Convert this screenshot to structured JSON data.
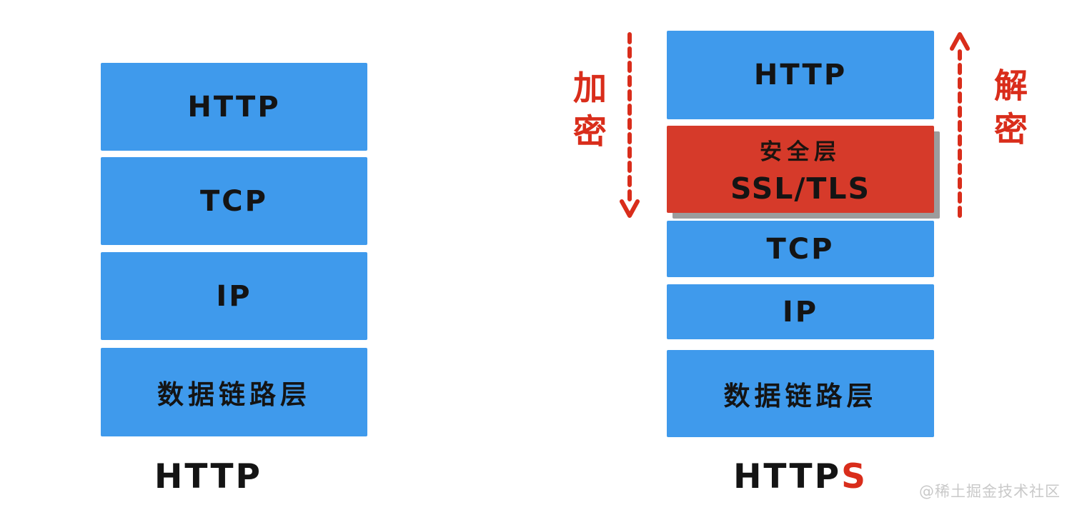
{
  "diagram": {
    "left_stack": {
      "layers": [
        {
          "label": "HTTP"
        },
        {
          "label": "TCP"
        },
        {
          "label": "IP"
        },
        {
          "label": "数据链路层"
        }
      ],
      "caption": "HTTP"
    },
    "right_stack": {
      "layers": [
        {
          "label": "HTTP"
        },
        {
          "label_line1": "安全层",
          "label_line2": "SSL/TLS"
        },
        {
          "label": "TCP"
        },
        {
          "label": "IP"
        },
        {
          "label": "数据链路层"
        }
      ],
      "caption_prefix": "HTTP",
      "caption_suffix": "S"
    },
    "annotations": {
      "encrypt_label": "加密",
      "decrypt_label": "解密"
    },
    "watermark": "@稀土掘金技术社区",
    "colors": {
      "layer_blue": "#3f9aec",
      "layer_red": "#d63a2a",
      "annotation_red": "#d92d1b",
      "caption_s_red": "#d92d1b",
      "text_black": "#141414",
      "watermark_gray": "#c9c9c9"
    }
  }
}
